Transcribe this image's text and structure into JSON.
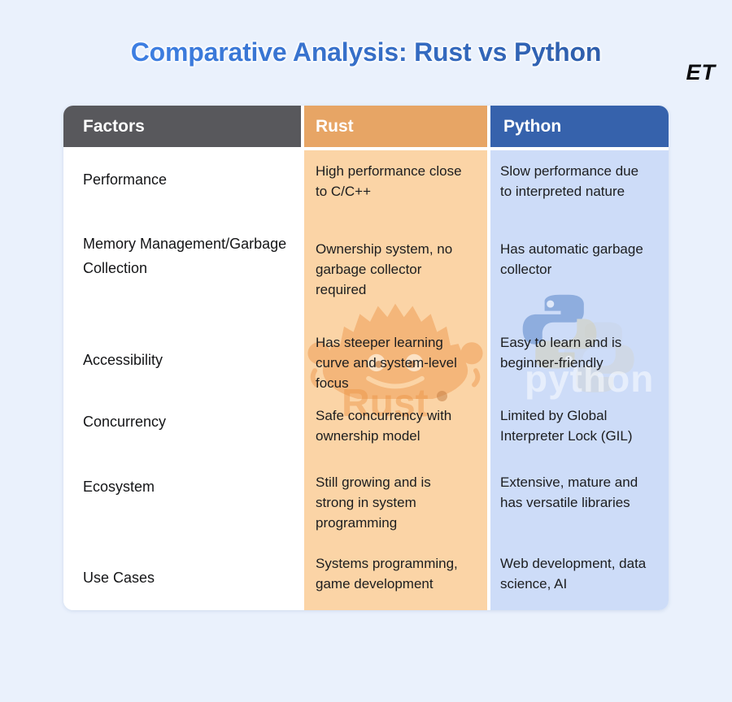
{
  "header": {
    "title": "Comparative Analysis: Rust vs Python",
    "logo": "ET",
    "title_color_start": "#3f82e8",
    "title_color_end": "#2d5ba6"
  },
  "table": {
    "columns": [
      {
        "key": "factors",
        "label": "Factors",
        "header_bg": "#58585c",
        "body_bg": "#ffffff"
      },
      {
        "key": "rust",
        "label": "Rust",
        "header_bg": "#e7a565",
        "body_bg": "#fbd4a6"
      },
      {
        "key": "python",
        "label": "Python",
        "header_bg": "#3662ac",
        "body_bg": "#cddcf8"
      }
    ],
    "rows": [
      {
        "factor": "Performance",
        "rust": "High performance close\nto C/C++",
        "python": "Slow performance due\nto interpreted nature"
      },
      {
        "factor": "Memory\nManagement/Garbage\nCollection",
        "rust": "Ownership system, no\ngarbage collector\nrequired",
        "python": "Has automatic garbage\ncollector"
      },
      {
        "factor": "Accessibility",
        "rust": "Has steeper learning\ncurve and system-level\nfocus",
        "python": "Easy to learn and is\nbeginner-friendly"
      },
      {
        "factor": "Concurrency",
        "rust": "Safe concurrency with\nownership model",
        "python": "Limited by Global\nInterpreter Lock (GIL)"
      },
      {
        "factor": "Ecosystem",
        "rust": "Still growing and is\nstrong in system\nprogramming",
        "python": "Extensive, mature and\nhas versatile libraries"
      },
      {
        "factor": "Use Cases",
        "rust": "Systems programming,\ngame development",
        "python": "Web development, data\nscience, AI"
      }
    ],
    "watermarks": {
      "rust_icon": "ferris-crab-icon",
      "rust_label": "Rust",
      "python_icon": "python-logo-icon",
      "python_label": "python"
    }
  }
}
